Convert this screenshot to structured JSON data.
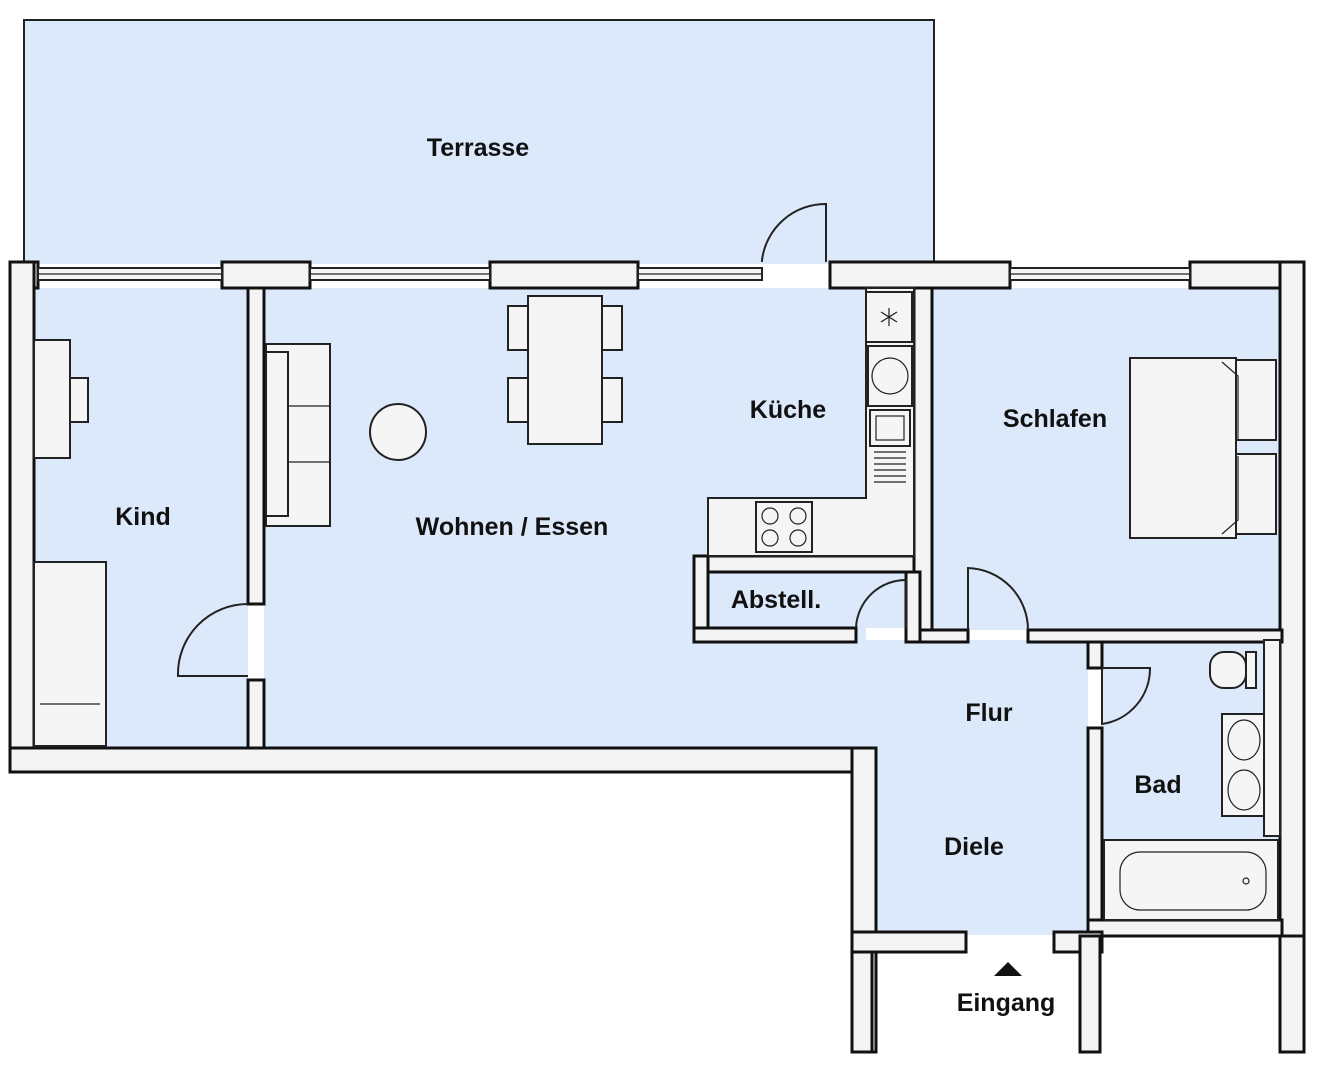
{
  "rooms": {
    "terrasse": "Terrasse",
    "kind": "Kind",
    "wohnen_essen": "Wohnen / Essen",
    "kueche": "Küche",
    "schlafen": "Schlafen",
    "abstell": "Abstell.",
    "flur": "Flur",
    "bad": "Bad",
    "diele": "Diele",
    "eingang": "Eingang"
  },
  "colors": {
    "floor": "#dce9fa",
    "wall_fill": "#f4f4f4",
    "wall_stroke": "#111111"
  },
  "icons": [
    "entrance-arrow-icon",
    "fridge-snowflake-icon",
    "cooktop-icon",
    "sink-icon",
    "toilet-icon",
    "bathtub-icon"
  ]
}
